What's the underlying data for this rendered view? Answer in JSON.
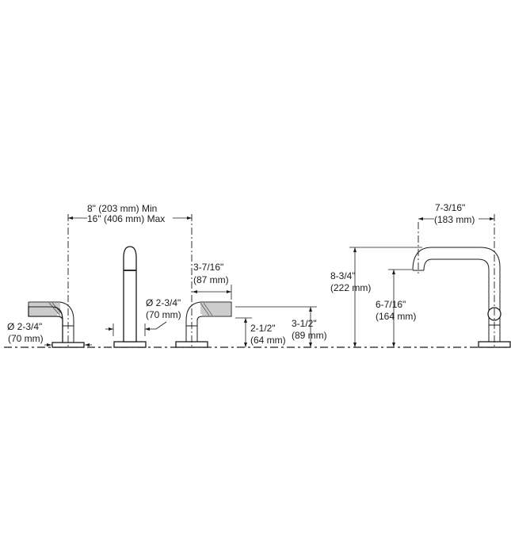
{
  "diagram": {
    "type": "technical-dimension-drawing",
    "subject": "widespread bathroom sink faucet with handles",
    "dimensions": {
      "spacing_min": "8\" (203 mm) Min",
      "spacing_max": "16\" (406 mm) Max",
      "left_handle_base_dia_in": "Ø 2-3/4\"",
      "left_handle_base_dia_mm": "(70 mm)",
      "spout_base_dia_in": "Ø 2-3/4\"",
      "spout_base_dia_mm": "(70 mm)",
      "handle_length_in": "3-7/16\"",
      "handle_length_mm": "(87 mm)",
      "handle_lower_height_in": "2-1/2\"",
      "handle_lower_height_mm": "(64 mm)",
      "handle_top_height_in": "3-1/2\"",
      "handle_top_height_mm": "(89 mm)",
      "spout_height_in": "8-3/4\"",
      "spout_height_mm": "(222 mm)",
      "spout_outlet_height_in": "6-7/16\"",
      "spout_outlet_height_mm": "(164 mm)",
      "spout_reach_in": "7-3/16\"",
      "spout_reach_mm": "(183 mm)"
    },
    "colors": {
      "line": "#1a1a1a",
      "background": "#ffffff"
    }
  }
}
